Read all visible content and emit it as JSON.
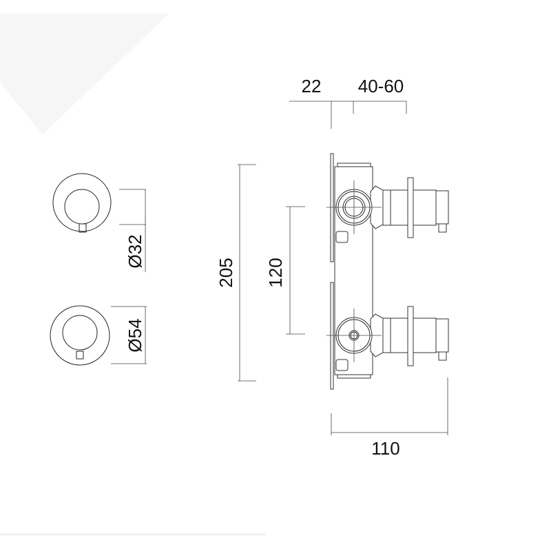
{
  "drawing": {
    "dimensions": {
      "plate_depth": "22",
      "wall_range": "40-60",
      "height_total": "205",
      "port_spacing": "120",
      "depth_total": "110",
      "small_rosette_diameter": "Ø32",
      "large_rosette_diameter": "Ø54"
    }
  }
}
